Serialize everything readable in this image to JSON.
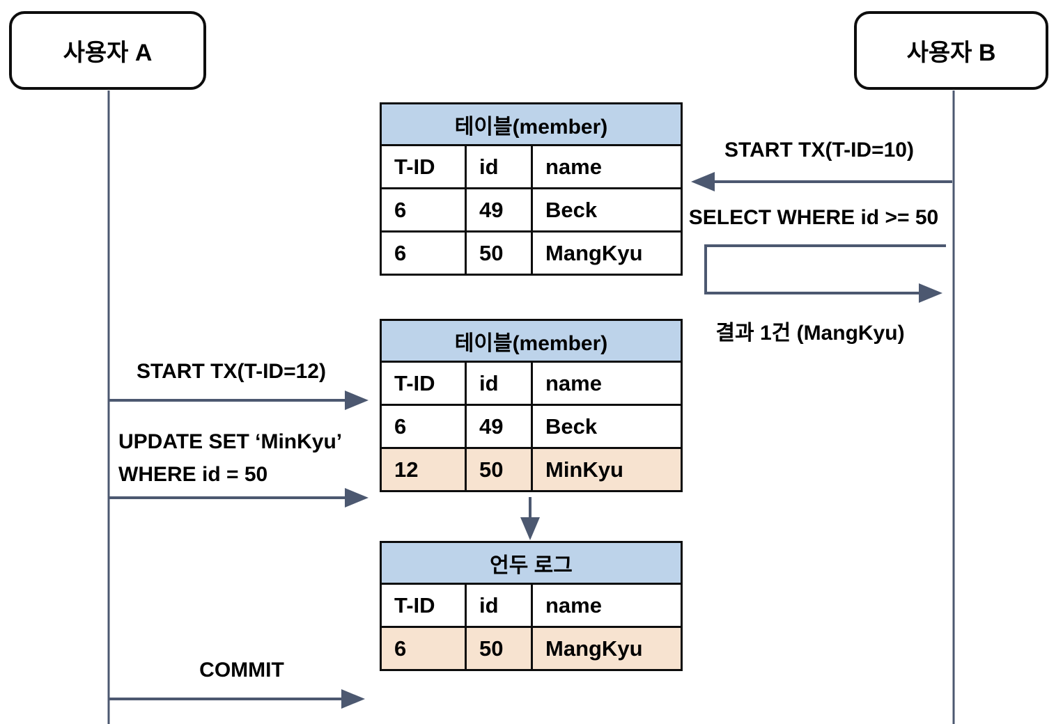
{
  "actors": {
    "user_a": "사용자 A",
    "user_b": "사용자 B"
  },
  "tables": {
    "member_before": {
      "title": "테이블(member)",
      "columns": [
        "T-ID",
        "id",
        "name"
      ],
      "rows": [
        {
          "t_id": "6",
          "id": "49",
          "name": "Beck"
        },
        {
          "t_id": "6",
          "id": "50",
          "name": "MangKyu"
        }
      ]
    },
    "member_after": {
      "title": "테이블(member)",
      "columns": [
        "T-ID",
        "id",
        "name"
      ],
      "rows": [
        {
          "t_id": "6",
          "id": "49",
          "name": "Beck"
        },
        {
          "t_id": "12",
          "id": "50",
          "name": "MinKyu",
          "highlighted": true
        }
      ]
    },
    "undo_log": {
      "title": "언두 로그",
      "columns": [
        "T-ID",
        "id",
        "name"
      ],
      "rows": [
        {
          "t_id": "6",
          "id": "50",
          "name": "MangKyu",
          "highlighted": true
        }
      ]
    }
  },
  "messages": {
    "user_b_start_tx": "START TX(T-ID=10)",
    "user_b_select": "SELECT WHERE id >= 50",
    "user_b_result": "결과 1건 (MangKyu)",
    "user_a_start_tx": "START TX(T-ID=12)",
    "user_a_update_line1": "UPDATE SET ‘MinKyu’",
    "user_a_update_line2": "WHERE id = 50",
    "user_a_commit": "COMMIT"
  },
  "colors": {
    "table_title_bg": "#BDD3EA",
    "highlight_row_bg": "#F7E3D0",
    "arrow": "#4C5870",
    "table_border": "#0D0D0D"
  }
}
